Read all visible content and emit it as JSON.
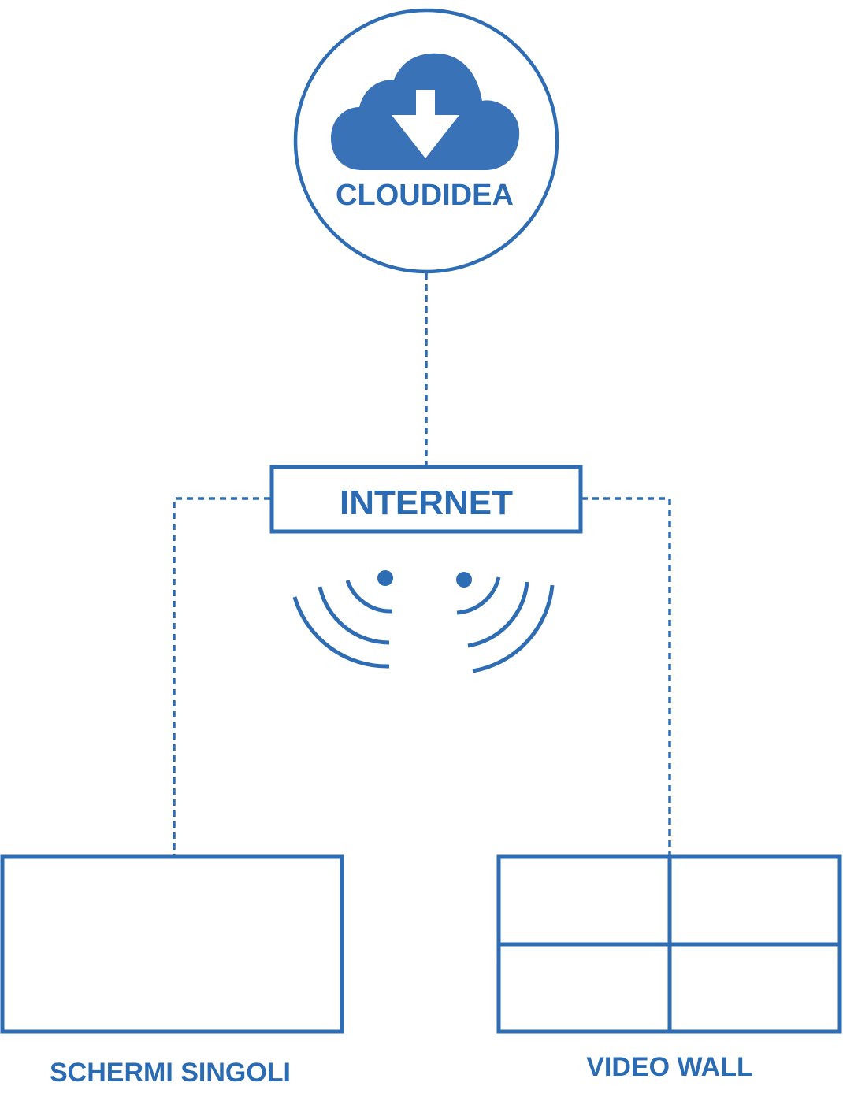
{
  "colors": {
    "stroke": "#2e6db4",
    "cloud_fill": "#3a72b8",
    "text": "#2a6bb3",
    "background": "#ffffff"
  },
  "cloud_node": {
    "label": "CLOUDIDEA",
    "icon": "cloud-download-icon"
  },
  "internet_node": {
    "label": "INTERNET",
    "icon": "wireless-signal-icon"
  },
  "single_screen_node": {
    "label": "SCHERMI SINGOLI",
    "icon": "single-screen-icon"
  },
  "video_wall_node": {
    "label": "VIDEO WALL",
    "icon": "video-wall-icon"
  }
}
